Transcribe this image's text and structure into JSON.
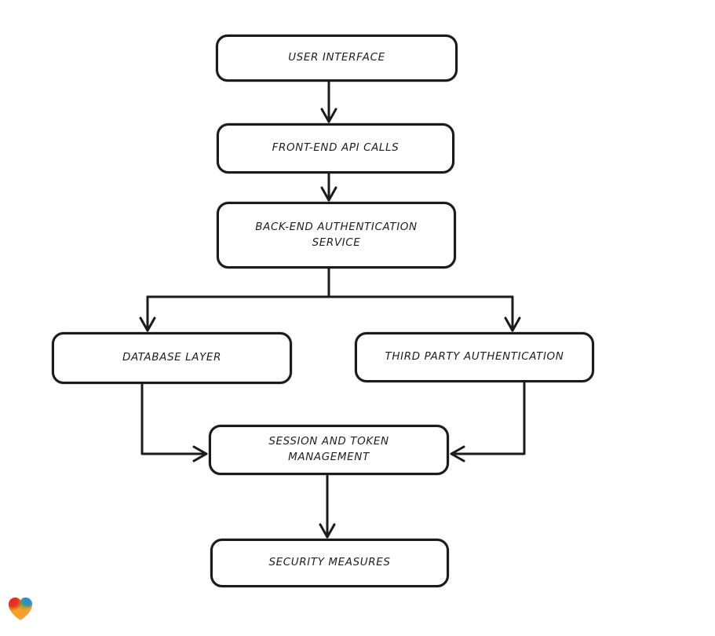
{
  "diagram": {
    "background_color": "#ffffff",
    "stroke_color": "#1b1b1b",
    "node_fill_color": "#ffffff",
    "nodes": [
      {
        "id": "user-interface",
        "label": "USER INTERFACE"
      },
      {
        "id": "front-end-api-calls",
        "label": "FRONT-END API CALLS"
      },
      {
        "id": "back-end-authentication-service",
        "label": "BACK-END AUTHENTICATION\nSERVICE"
      },
      {
        "id": "database-layer",
        "label": "DATABASE LAYER"
      },
      {
        "id": "third-party-authentication",
        "label": "THIRD PARTY AUTHENTICATION"
      },
      {
        "id": "session-and-token-management",
        "label": "SESSION AND TOKEN\nMANAGEMENT"
      },
      {
        "id": "security-measures",
        "label": "SECURITY MEASURES"
      }
    ],
    "edges": [
      {
        "from": "user-interface",
        "to": "front-end-api-calls"
      },
      {
        "from": "front-end-api-calls",
        "to": "back-end-authentication-service"
      },
      {
        "from": "back-end-authentication-service",
        "to": "database-layer"
      },
      {
        "from": "back-end-authentication-service",
        "to": "third-party-authentication"
      },
      {
        "from": "database-layer",
        "to": "session-and-token-management"
      },
      {
        "from": "third-party-authentication",
        "to": "session-and-token-management"
      },
      {
        "from": "session-and-token-management",
        "to": "security-measures"
      }
    ],
    "watermark": {
      "icon": "gradient-heart-icon",
      "colors": {
        "red": "#e62a24",
        "blue": "#1e8fd8",
        "green": "#3fa944",
        "orange": "#f6a028"
      }
    }
  }
}
